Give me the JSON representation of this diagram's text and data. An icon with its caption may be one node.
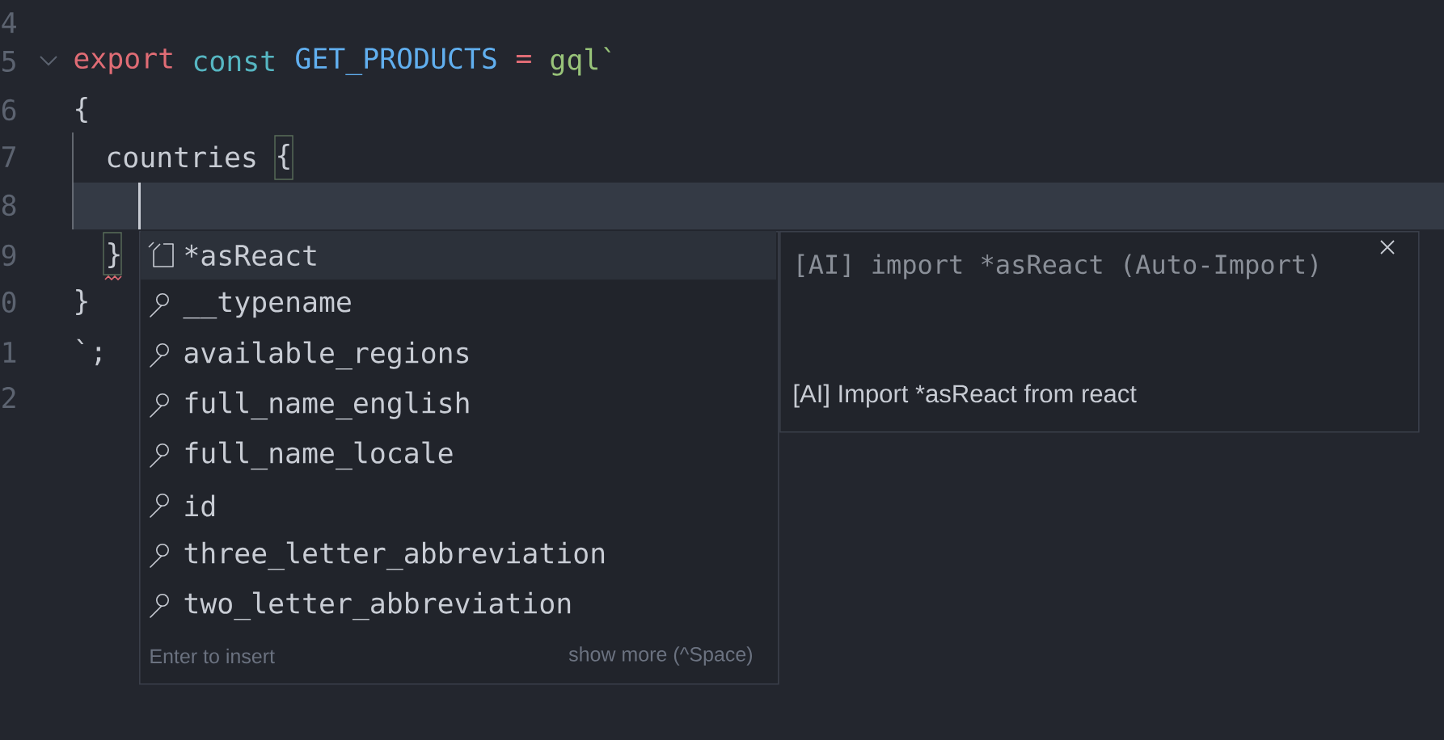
{
  "diagram": {
    "nodes": [
      {
        "text": [
          "Enter to insert",
          "show more (^Space)"
        ]
      },
      {
        "text": [
          "*asReact"
        ],
        "in": 0
      },
      {
        "text": [
          "__typename"
        ],
        "in": 0
      },
      {
        "text": [
          "available_regions"
        ],
        "in": 0
      },
      {
        "text": [
          "full_name_english"
        ],
        "in": 0
      },
      {
        "text": [
          "full_name_locale"
        ],
        "in": 0
      },
      {
        "text": [
          "id"
        ],
        "in": 0
      },
      {
        "text": [
          "three_letter_abbreviation"
        ],
        "in": 0
      },
      {
        "text": [
          "two_letter_abbreviation"
        ],
        "in": 0
      },
      {
        "text": [
          "[AI] import *asReact (Auto-Import)",
          "[AI]  Import *asReact from react"
        ]
      }
    ],
    "labels": [
      "4",
      "5",
      "export",
      "const",
      "GET_PRODUCTS",
      "=",
      "gql`",
      "6",
      "{",
      "7",
      "countries",
      "{",
      "8",
      "9",
      "}",
      "0",
      "}",
      "1",
      "`;",
      "2"
    ]
  }
}
